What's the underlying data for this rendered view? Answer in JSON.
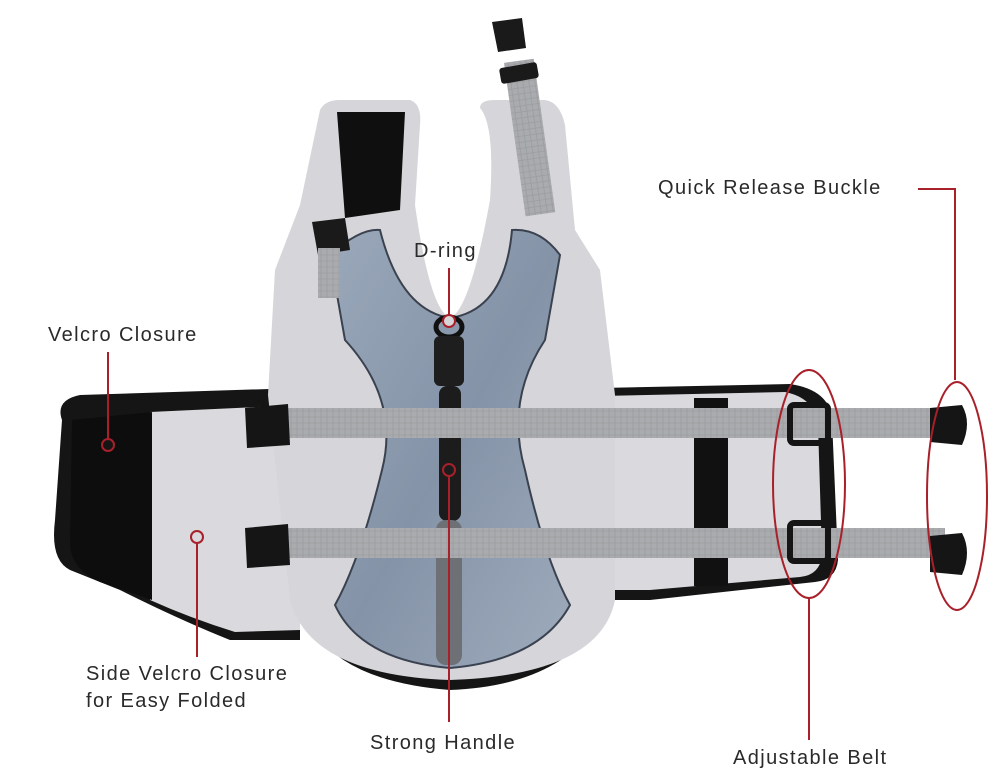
{
  "labels": {
    "velcro_closure": "Velcro Closure",
    "side_velcro_line1": "Side Velcro Closure",
    "side_velcro_line2": "for Easy Folded",
    "d_ring": "D-ring",
    "strong_handle": "Strong Handle",
    "quick_release_buckle": "Quick Release Buckle",
    "adjustable_belt": "Adjustable Belt"
  },
  "colors": {
    "callout": "#a8202a",
    "label_text": "#2a2a2a",
    "vest_body": "#d9d8dc",
    "vest_panel": "#8a9aae",
    "strap": "#a9abae",
    "trim": "#111111"
  }
}
